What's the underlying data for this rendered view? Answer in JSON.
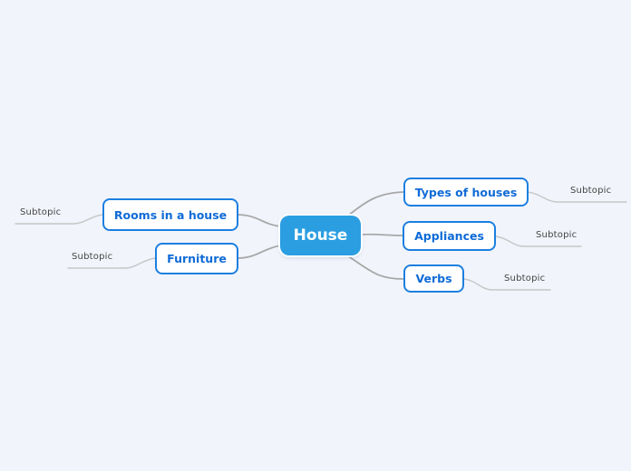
{
  "map": {
    "root": {
      "label": "House"
    },
    "left_branches": [
      {
        "label": "Rooms in a house",
        "subtopic_label": "Subtopic"
      },
      {
        "label": "Furniture",
        "subtopic_label": "Subtopic"
      }
    ],
    "right_branches": [
      {
        "label": "Types of houses",
        "subtopic_label": "Subtopic"
      },
      {
        "label": "Appliances",
        "subtopic_label": "Subtopic"
      },
      {
        "label": "Verbs",
        "subtopic_label": "Subtopic"
      }
    ]
  },
  "colors": {
    "background": "#f1f4fb",
    "root_node_fill": "#2b9ee2",
    "root_node_text": "#ffffff",
    "sub_node_border": "#1d7fe0",
    "sub_node_text": "#0f6bd7",
    "sub_node_fill": "#ffffff",
    "branch_line": "#a8a8a8",
    "subtopic_line": "#c6c6c6",
    "subtopic_text": "#454545"
  }
}
